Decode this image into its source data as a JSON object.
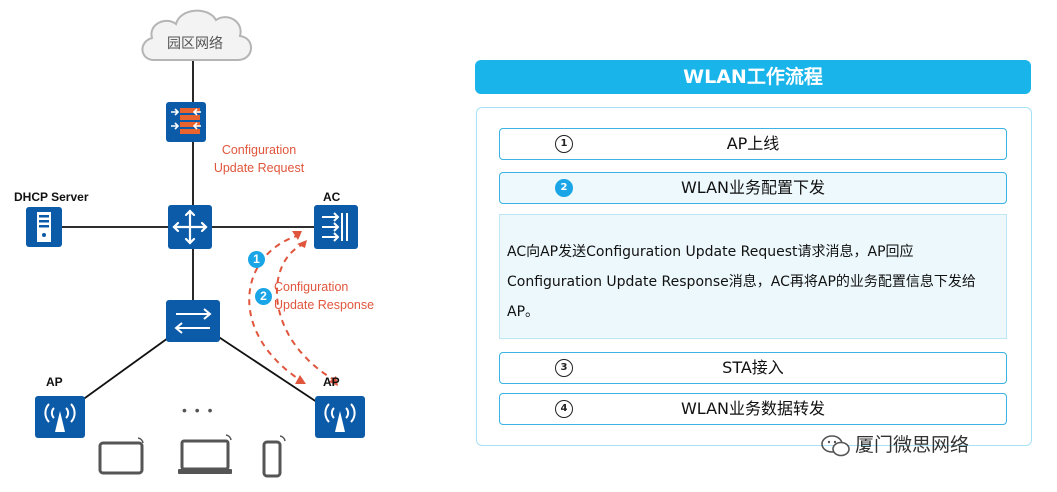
{
  "network": {
    "cloud_label": "园区网络",
    "dhcp_label": "DHCP Server",
    "ac_label": "AC",
    "ap_left_label": "AP",
    "ap_right_label": "AP",
    "ellipsis": "• • •",
    "request_label_line1": "Configuration",
    "request_label_line2": "Update Request",
    "response_label_line1": "Configuration",
    "response_label_line2": "Update Response",
    "marker_1": "1",
    "marker_2": "2",
    "colors": {
      "device": "#0c5ba8",
      "firewall_brick": "#e8632e",
      "dashed": "#e0563d",
      "marker": "#1aa5e6"
    }
  },
  "workflow": {
    "title": "WLAN工作流程",
    "steps": [
      {
        "num": "1",
        "text": "AP上线"
      },
      {
        "num": "2",
        "text": "WLAN业务配置下发"
      },
      {
        "num": "3",
        "text": "STA接入"
      },
      {
        "num": "4",
        "text": "WLAN业务数据转发"
      }
    ],
    "detail": "AC向AP发送Configuration Update Request请求消息，AP回应Configuration Update Response消息，AC再将AP的业务配置信息下发给AP。",
    "colors": {
      "title_bg": "#18b4ea",
      "border": "#3bb2e3"
    }
  },
  "watermark": {
    "text": "厦门微思网络",
    "icon": "wechat-icon"
  }
}
